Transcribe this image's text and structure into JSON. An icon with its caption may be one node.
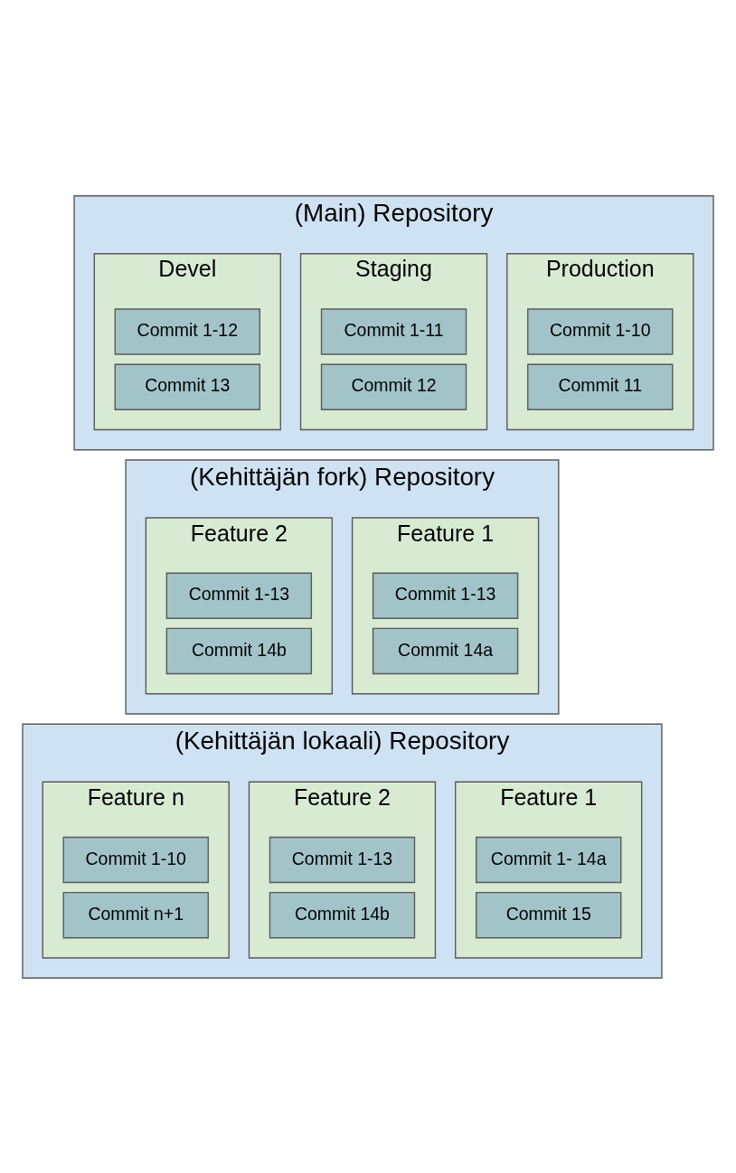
{
  "diagram": {
    "nodes": [
      {
        "text": [
          "(Main) Repository"
        ]
      },
      {
        "text": [
          "Production"
        ],
        "in": 0
      },
      {
        "text": [
          "Commit 1-10"
        ],
        "in": 1
      },
      {
        "text": [
          "Commit 11"
        ],
        "in": 1
      },
      {
        "text": [
          "Staging"
        ],
        "in": 0
      },
      {
        "text": [
          "Commit 1-11"
        ],
        "in": 4
      },
      {
        "text": [
          "Commit 12"
        ],
        "in": 4
      },
      {
        "text": [
          "Devel"
        ],
        "in": 0
      },
      {
        "text": [
          "Commit 1-12"
        ],
        "in": 7
      },
      {
        "text": [
          "Commit 13"
        ],
        "in": 7
      },
      {
        "text": [
          "(Kehittäjän fork) Repository"
        ]
      },
      {
        "text": [
          "Feature 1"
        ],
        "in": 10
      },
      {
        "text": [
          "Commit 1-13"
        ],
        "in": 11
      },
      {
        "text": [
          "Commit 14a"
        ],
        "in": 11
      },
      {
        "text": [
          "Feature 2"
        ],
        "in": 10
      },
      {
        "text": [
          "Commit 1-13"
        ],
        "in": 14
      },
      {
        "text": [
          "Commit 14b"
        ],
        "in": 14
      },
      {
        "text": [
          "(Kehittäjän lokaali) Repository"
        ]
      },
      {
        "text": [
          "Feature 1"
        ],
        "in": 17
      },
      {
        "text": [
          "Commit 1- 14a"
        ],
        "in": 18
      },
      {
        "text": [
          "Commit 15"
        ],
        "in": 18
      },
      {
        "text": [
          "Feature 2"
        ],
        "in": 17
      },
      {
        "text": [
          "Commit 1-13"
        ],
        "in": 21
      },
      {
        "text": [
          "Commit 14b"
        ],
        "in": 21
      },
      {
        "text": [
          "Feature n"
        ],
        "in": 17
      },
      {
        "text": [
          "Commit 1-10"
        ],
        "in": 24
      },
      {
        "text": [
          "Commit n+1"
        ],
        "in": 24
      }
    ],
    "edges": []
  }
}
